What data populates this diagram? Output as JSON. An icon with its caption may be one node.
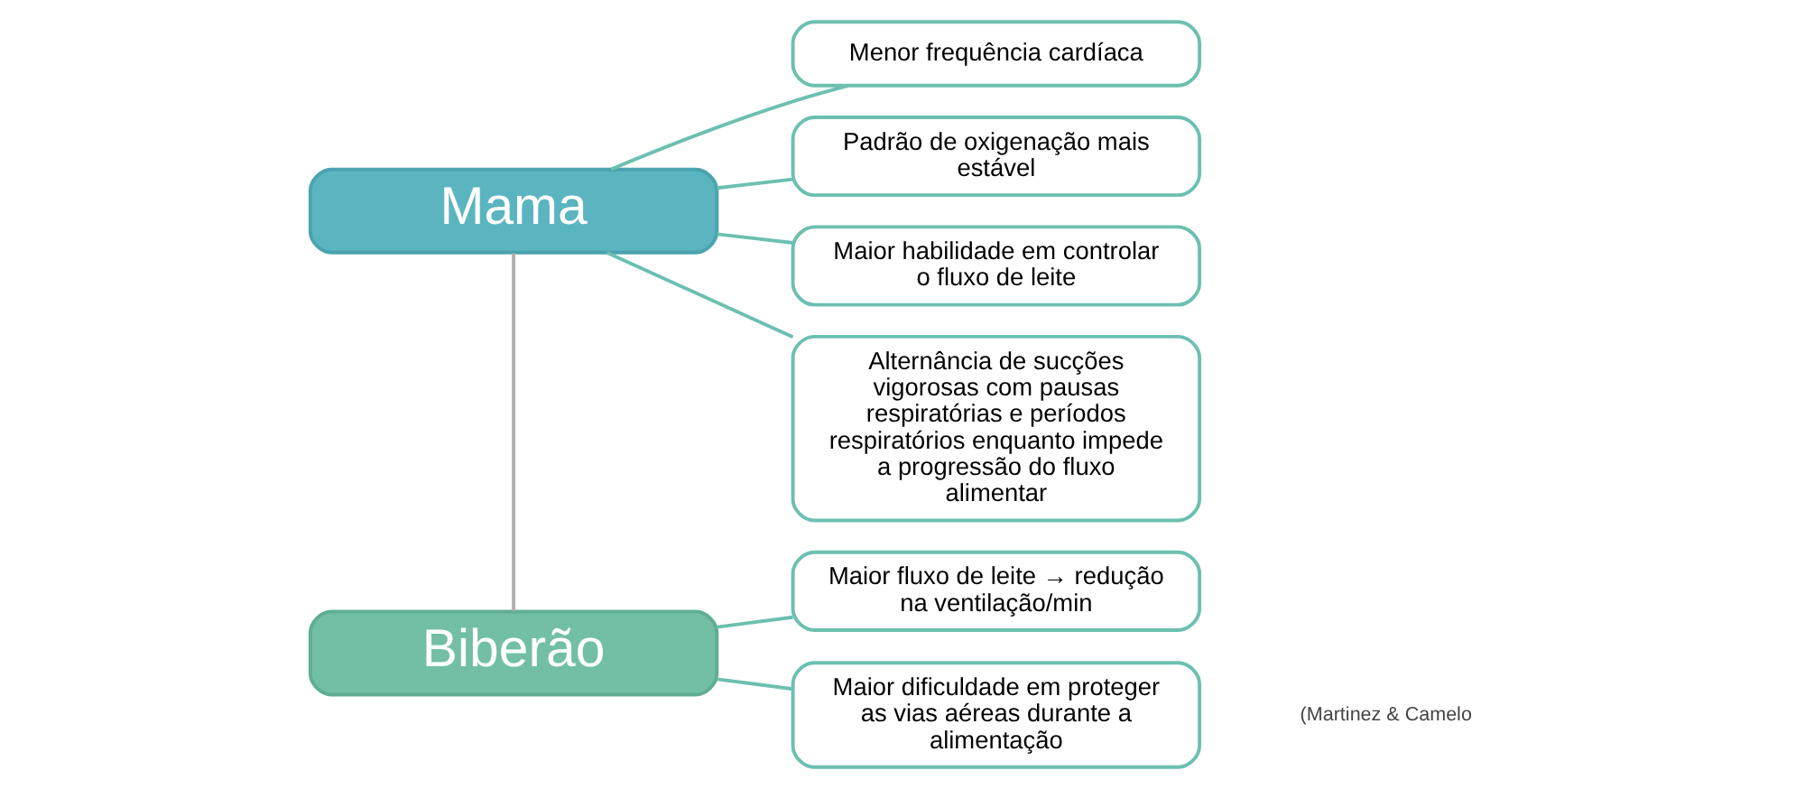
{
  "diagram": {
    "nodes": [
      {
        "text": [
          "Mama"
        ]
      },
      {
        "text": [
          "Biberão"
        ]
      },
      {
        "text": [
          "Menor frequência cardíaca"
        ]
      },
      {
        "text": [
          "Padrão de oxigenação mais estável"
        ]
      },
      {
        "text": [
          "Maior habilidade em controlar o fluxo de leite"
        ]
      },
      {
        "text": [
          "Alternância de sucções vigorosas com pausas respiratórias e períodos respiratórios enquanto impede a progressão do fluxo alimentar"
        ]
      },
      {
        "text": [
          "Maior fluxo de leite → redução na ventilação/min"
        ]
      },
      {
        "text": [
          "Maior dificuldade em proteger as vias aéreas durante a alimentação"
        ]
      }
    ],
    "edges": [
      {
        "from": 0,
        "to": 1,
        "arrow": "none",
        "color": "#b0b0b0"
      },
      {
        "from": 0,
        "to": 2,
        "arrow": "none"
      },
      {
        "from": 0,
        "to": 3,
        "arrow": "none"
      },
      {
        "from": 0,
        "to": 4,
        "arrow": "none"
      },
      {
        "from": 0,
        "to": 5,
        "arrow": "none"
      },
      {
        "from": 1,
        "to": 6,
        "arrow": "none"
      },
      {
        "from": 1,
        "to": 7,
        "arrow": "none"
      }
    ],
    "labels": [
      "(Martinez & Camelo"
    ]
  }
}
